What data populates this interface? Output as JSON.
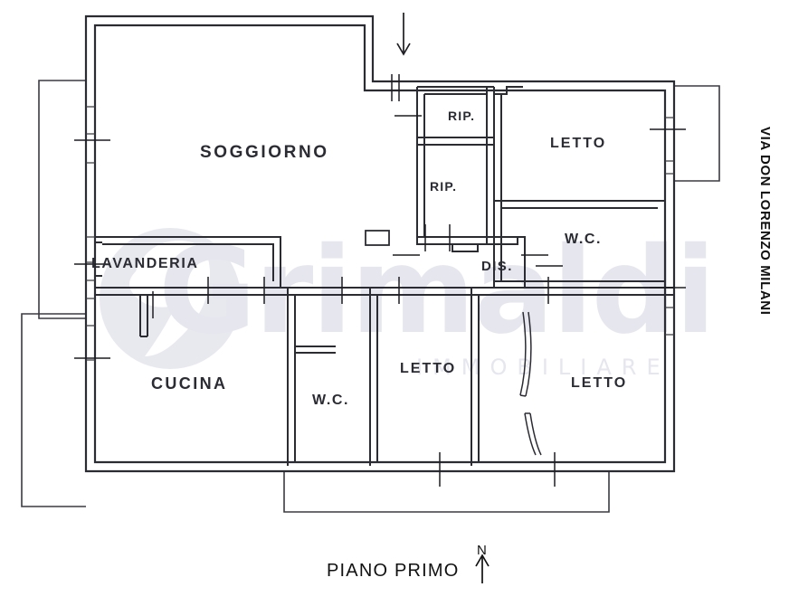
{
  "document": {
    "type": "floor-plan",
    "floor_caption": "PIANO PRIMO",
    "north_marker": "N",
    "street_label": "VIA DON LORENZO MILANI"
  },
  "watermark": {
    "brand": "Grimaldi",
    "tagline": "IMMOBILIARE",
    "color": "#e6e6ee"
  },
  "colors": {
    "wall": "#2b2b33",
    "thin_line": "#3a3a42",
    "label_text": "#2b2b33",
    "background": "#ffffff"
  },
  "rooms": [
    {
      "id": "soggiorno",
      "label": "SOGGIORNO"
    },
    {
      "id": "lavanderia",
      "label": "LAVANDERIA"
    },
    {
      "id": "cucina",
      "label": "CUCINA"
    },
    {
      "id": "wc-bottom",
      "label": "W.C."
    },
    {
      "id": "letto-mid",
      "label": "LETTO"
    },
    {
      "id": "letto-right",
      "label": "LETTO"
    },
    {
      "id": "ripostiglio-1",
      "label": "RIP."
    },
    {
      "id": "ripostiglio-2",
      "label": "RIP."
    },
    {
      "id": "letto-top",
      "label": "LETTO"
    },
    {
      "id": "wc-top",
      "label": "W.C."
    },
    {
      "id": "disimpegno",
      "label": "DIS."
    }
  ]
}
